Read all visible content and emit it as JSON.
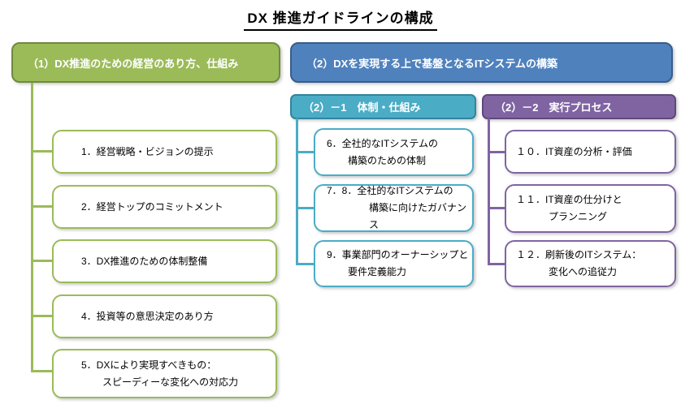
{
  "title": "DX 推進ガイドラインの構成",
  "colors": {
    "green": "#9bbb59",
    "green_dark": "#71893f",
    "blue": "#4f81bd",
    "blue_dark": "#385d8a",
    "teal": "#4bacc6",
    "teal_dark": "#31859c",
    "purple": "#8064a2",
    "purple_dark": "#5f497a"
  },
  "left": {
    "header": "（1）DX推進のための経営のあり方、仕組み",
    "items": [
      {
        "line1": "1．経営戦略・ビジョンの提示",
        "line2": ""
      },
      {
        "line1": "2．経営トップのコミットメント",
        "line2": ""
      },
      {
        "line1": "3．DX推進のための体制整備",
        "line2": ""
      },
      {
        "line1": "4．投資等の意思決定のあり方",
        "line2": ""
      },
      {
        "line1": "5．DXにより実現すべきもの：",
        "line2": "スピーディーな変化への対応力"
      }
    ]
  },
  "right": {
    "header": "（2）DXを実現する上で基盤となるITシステムの構築",
    "sub1": {
      "header": "（2）－1　体制・仕組み",
      "items": [
        {
          "line1": "6．全社的なITシステムの",
          "line2": "構築のための体制"
        },
        {
          "line1": "7．8．全社的なITシステムの",
          "line2": "構築に向けたガバナンス"
        },
        {
          "line1": "9．事業部門のオーナーシップと",
          "line2": "要件定義能力"
        }
      ]
    },
    "sub2": {
      "header": "（2）－2　実行プロセス",
      "items": [
        {
          "line1": "１０．IT資産の分析・評価",
          "line2": ""
        },
        {
          "line1": "１１．IT資産の仕分けと",
          "line2": "プランニング"
        },
        {
          "line1": "１２．刷新後のITシステム：",
          "line2": "変化への追従力"
        }
      ]
    }
  }
}
